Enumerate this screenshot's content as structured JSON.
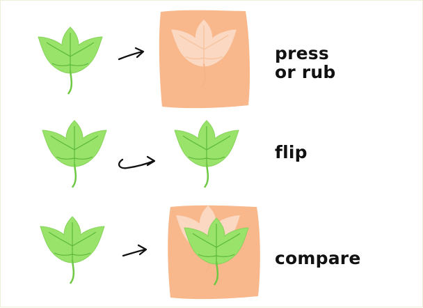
{
  "steps": [
    {
      "id": "press",
      "label_lines": [
        "press",
        "or rub"
      ]
    },
    {
      "id": "flip",
      "label_lines": [
        "flip"
      ]
    },
    {
      "id": "compare",
      "label_lines": [
        "compare"
      ]
    }
  ],
  "colors": {
    "leaf_fill": "#99e36b",
    "leaf_vein": "#5cb83c",
    "stem": "#6ec843",
    "print_paper": "#f8b88c",
    "print_leaf": "#fbd8c1",
    "print_vein": "#f6c39e",
    "arrow": "#111111",
    "label": "#111111"
  },
  "icons": [
    "leaf-icon",
    "arrow-right-icon",
    "flip-arrow-icon",
    "paper-print-icon"
  ]
}
